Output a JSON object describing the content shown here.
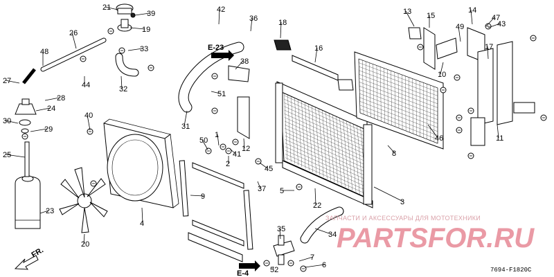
{
  "diagram": {
    "callouts": [
      "21",
      "39",
      "19",
      "26",
      "48",
      "33",
      "42",
      "36",
      "18",
      "13",
      "15",
      "14",
      "47",
      "43",
      "49",
      "41",
      "16",
      "10",
      "27",
      "28",
      "44",
      "32",
      "51",
      "38",
      "17",
      "24",
      "30",
      "29",
      "31",
      "50",
      "1",
      "2",
      "12",
      "46",
      "8",
      "11",
      "25",
      "40",
      "45",
      "37",
      "5",
      "22",
      "3",
      "23",
      "9",
      "34",
      "35",
      "52",
      "7",
      "6",
      "20",
      "4"
    ],
    "reference_labels": {
      "upper": "E-23",
      "lower": "E-4"
    },
    "direction_label": "FR.",
    "watermark": {
      "tagline": "ЗАПЧАСТИ И АКСЕССУАРЫ ДЛЯ МОТОТЕХНИКИ",
      "brand": "PARTSFOR.RU"
    },
    "diagram_code": "7694-F1820C"
  }
}
